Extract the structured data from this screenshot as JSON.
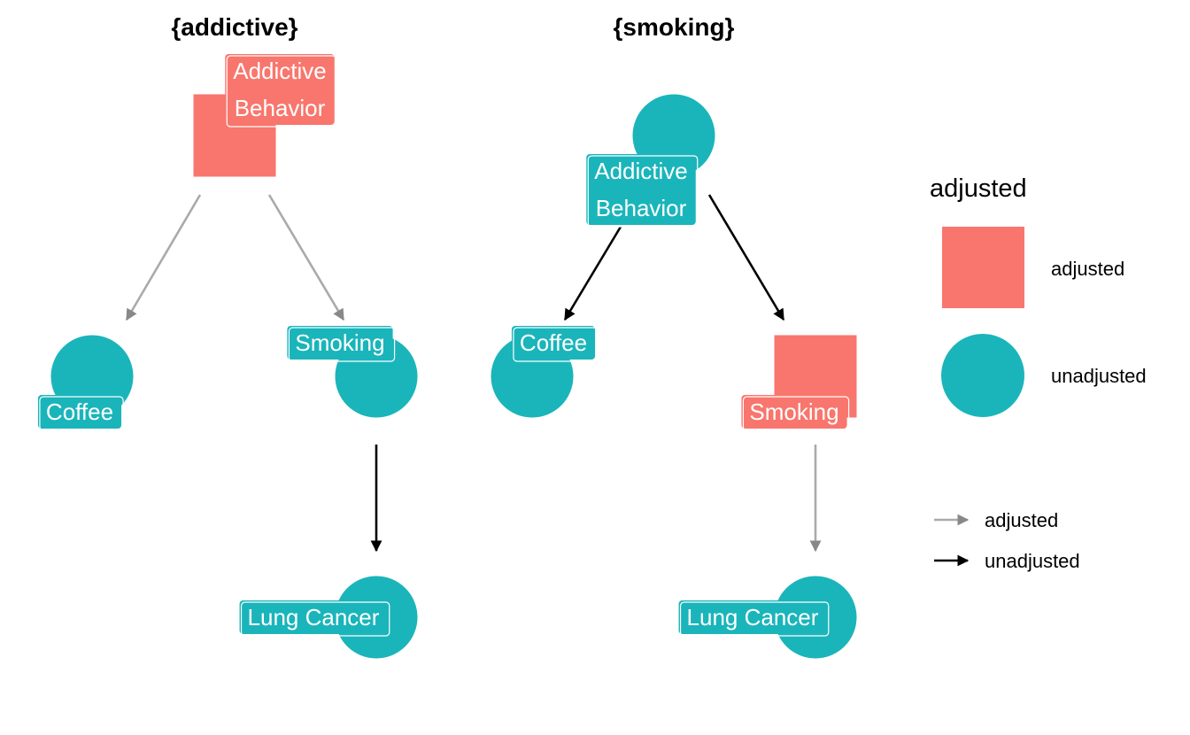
{
  "colors": {
    "adjusted": "#F8766D",
    "unadjusted": "#1AB5BA",
    "edge_adjusted": "#aaaaaa",
    "edge_unadjusted": "#000000"
  },
  "panels": [
    {
      "title": "{addictive}",
      "nodes": [
        {
          "id": "addictive",
          "label_lines": [
            "Addictive",
            "Behavior"
          ],
          "status": "adjusted"
        },
        {
          "id": "coffee",
          "label_lines": [
            "Coffee"
          ],
          "status": "unadjusted"
        },
        {
          "id": "smoking",
          "label_lines": [
            "Smoking"
          ],
          "status": "unadjusted"
        },
        {
          "id": "lung",
          "label_lines": [
            "Lung Cancer"
          ],
          "status": "unadjusted"
        }
      ],
      "edges": [
        {
          "from": "addictive",
          "to": "coffee",
          "status": "adjusted"
        },
        {
          "from": "addictive",
          "to": "smoking",
          "status": "adjusted"
        },
        {
          "from": "smoking",
          "to": "lung",
          "status": "unadjusted"
        }
      ]
    },
    {
      "title": "{smoking}",
      "nodes": [
        {
          "id": "addictive",
          "label_lines": [
            "Addictive",
            "Behavior"
          ],
          "status": "unadjusted"
        },
        {
          "id": "coffee",
          "label_lines": [
            "Coffee"
          ],
          "status": "unadjusted"
        },
        {
          "id": "smoking",
          "label_lines": [
            "Smoking"
          ],
          "status": "adjusted"
        },
        {
          "id": "lung",
          "label_lines": [
            "Lung Cancer"
          ],
          "status": "unadjusted"
        }
      ],
      "edges": [
        {
          "from": "addictive",
          "to": "coffee",
          "status": "unadjusted"
        },
        {
          "from": "addictive",
          "to": "smoking",
          "status": "unadjusted"
        },
        {
          "from": "smoking",
          "to": "lung",
          "status": "adjusted"
        }
      ]
    }
  ],
  "legend": {
    "title": "adjusted",
    "node_items": [
      {
        "label": "adjusted",
        "shape": "square",
        "status": "adjusted"
      },
      {
        "label": "unadjusted",
        "shape": "circle",
        "status": "unadjusted"
      }
    ],
    "edge_items": [
      {
        "label": "adjusted",
        "status": "adjusted"
      },
      {
        "label": "unadjusted",
        "status": "unadjusted"
      }
    ]
  }
}
